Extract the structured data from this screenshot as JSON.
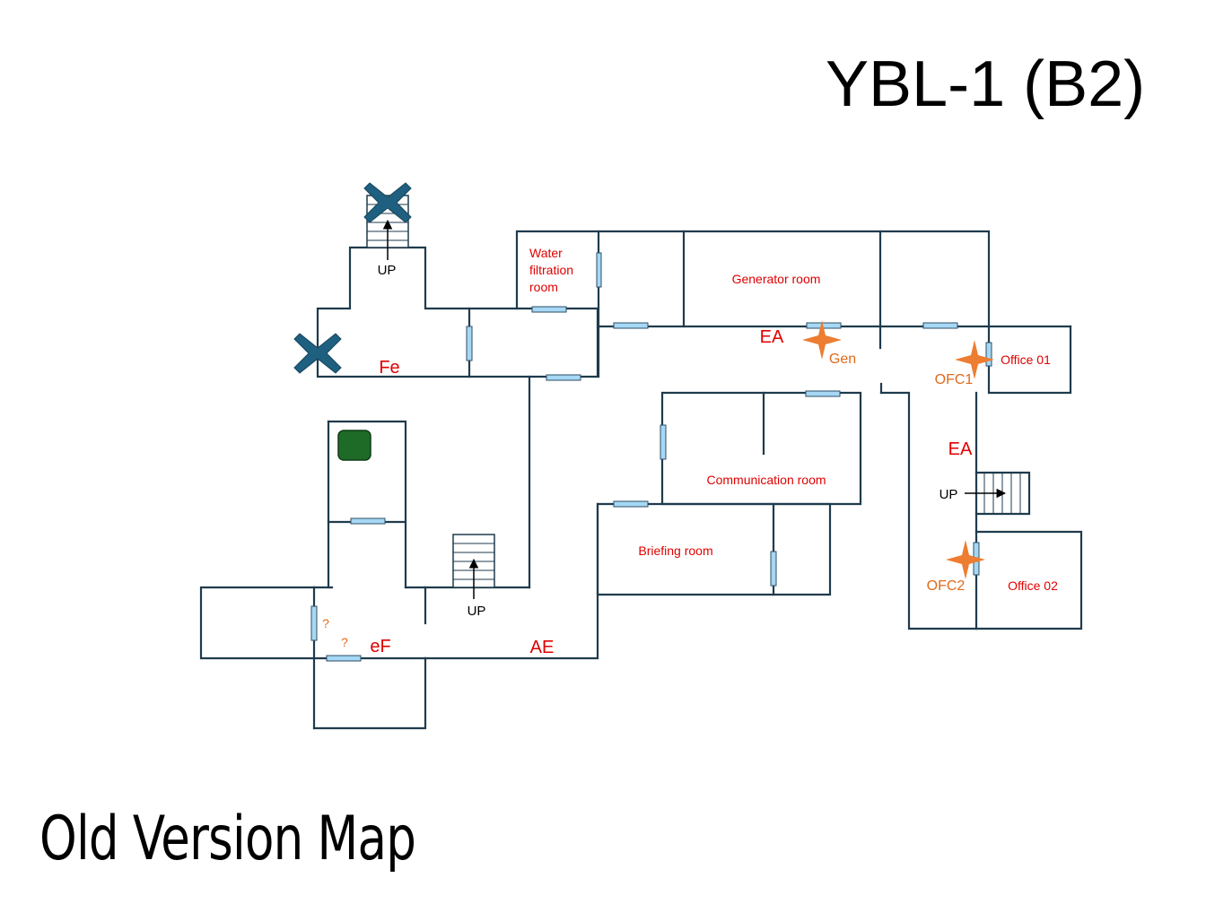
{
  "title": "YBL-1 (B2)",
  "footer": "Old Version Map",
  "colors": {
    "wall": "#1f3b4d",
    "door": "#a6d8f5",
    "door_edge": "#2e4e64",
    "red_label": "#e00000",
    "orange_label": "#e06a1b",
    "marker": "#ed7d31",
    "blocked": "#1f5f80",
    "green_square": "#1e6b28"
  },
  "rooms": {
    "water_filtration": [
      "Water",
      "filtration",
      "room"
    ],
    "generator": "Generator room",
    "office_01": "Office 01",
    "communication": "Communication room",
    "briefing": "Briefing room",
    "office_02": "Office 02"
  },
  "zone_labels": {
    "fe": "Fe",
    "ea_top": "EA",
    "ea_right": "EA",
    "ef": "eF",
    "ae": "AE"
  },
  "markers": {
    "gen": "Gen",
    "ofc1": "OFC1",
    "ofc2": "OFC2"
  },
  "unknowns": [
    "?",
    "?"
  ],
  "stairs": {
    "up_labels": [
      "UP",
      "UP",
      "UP"
    ]
  },
  "icons": [
    "blocked-x-icon",
    "star-marker-icon",
    "up-arrow-icon",
    "stairs-icon",
    "green-square-icon"
  ]
}
